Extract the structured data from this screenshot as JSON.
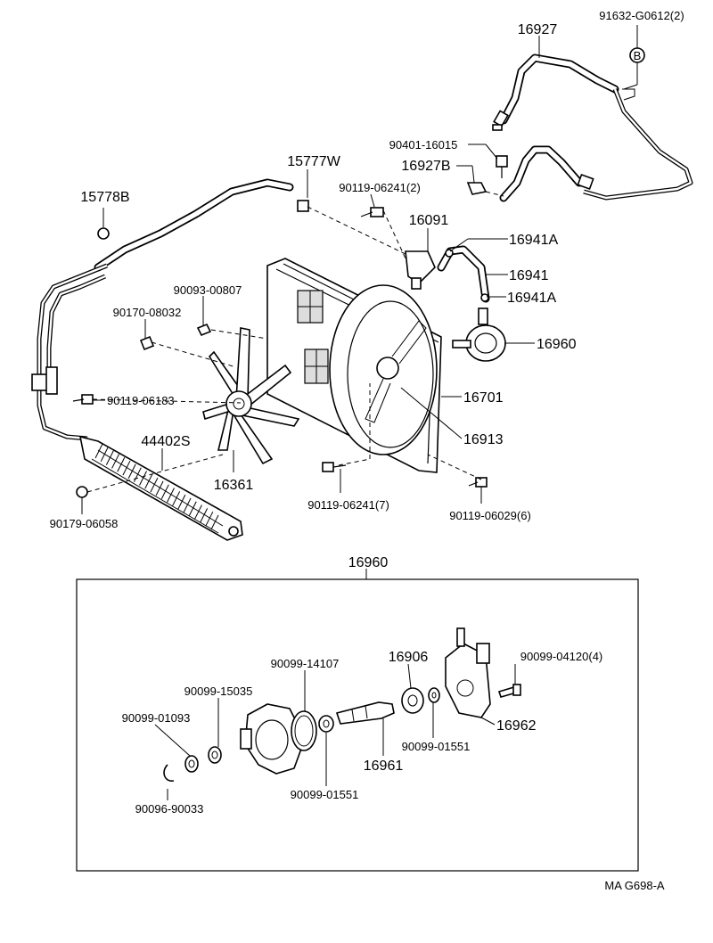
{
  "figure_code": "MA G698-A",
  "detail_title": "16960",
  "callouts": {
    "c91632": "91632-G0612(2)",
    "c16927": "16927",
    "b_marker": "B",
    "c90401": "90401-16015",
    "c16927B": "16927B",
    "c15777W": "15777W",
    "c90119_06241_2": "90119-06241(2)",
    "c16091": "16091",
    "c16941A_top": "16941A",
    "c16941": "16941",
    "c16941A_bot": "16941A",
    "c15778B": "15778B",
    "c90093": "90093-00807",
    "c90170": "90170-08032",
    "c16960": "16960",
    "c16701": "16701",
    "c90119_06183": "90119-06183",
    "c44402S": "44402S",
    "c16913": "16913",
    "c16361": "16361",
    "c90119_06241_7": "90119-06241(7)",
    "c90119_06029": "90119-06029(6)",
    "c90179": "90179-06058"
  },
  "detail_callouts": {
    "d90099_14107": "90099-14107",
    "d16906": "16906",
    "d90099_04120": "90099-04120(4)",
    "d90099_15035": "90099-15035",
    "d90099_01093": "90099-01093",
    "d16962": "16962",
    "d90099_01551_r": "90099-01551",
    "d16961": "16961",
    "d90096": "90096-90033",
    "d90099_01551_b": "90099-01551"
  }
}
